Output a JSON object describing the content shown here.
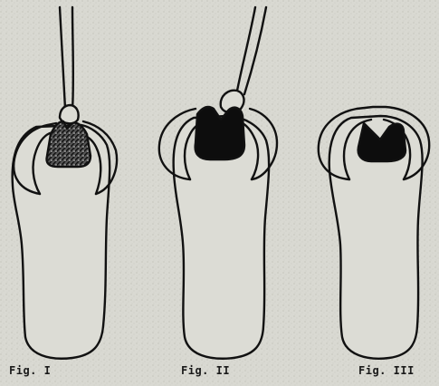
{
  "figures": [
    {
      "caption": "Fig. I"
    },
    {
      "caption": "Fig. II"
    },
    {
      "caption": "Fig. III"
    }
  ],
  "colors": {
    "background": "#d9d9d2",
    "ink": "#111111",
    "filling": "#0d0d0d",
    "tooth_fill": "#dcdcd5"
  }
}
